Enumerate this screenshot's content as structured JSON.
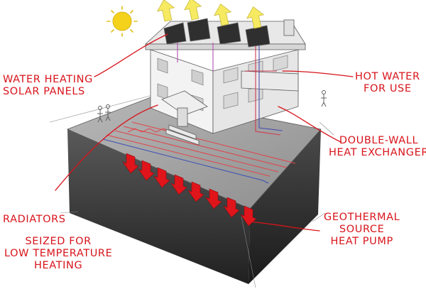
{
  "colors": {
    "annotation": "#d8141b",
    "sun": "#f4d21c",
    "arrow_up": "#f6ea62",
    "arrow_heat": "#e0151b",
    "ground_side": "#3a3a3a",
    "ground_top": "#a4a4a4",
    "solar_panel": "#2f2f2f"
  },
  "labels": {
    "solar_panels": [
      "WATER HEATING",
      "SOLAR PANELS"
    ],
    "hot_water": [
      "HOT WATER",
      "FOR USE"
    ],
    "heat_exchanger": [
      "DOUBLE-WALL",
      "HEAT EXCHANGER"
    ],
    "radiators": "RADIATORS",
    "low_temp": [
      "SEIZED FOR",
      "LOW TEMPERATURE",
      "HEATING"
    ],
    "heat_pump": [
      "GEOTHERMAL",
      "SOURCE",
      "HEAT PUMP"
    ]
  },
  "icons": {
    "sun": "sun-icon",
    "solar_arrows": "sunlight-arrow-icon",
    "heat_arrows": "geothermal-heat-arrow-icon",
    "people": "person-figure-icon"
  }
}
